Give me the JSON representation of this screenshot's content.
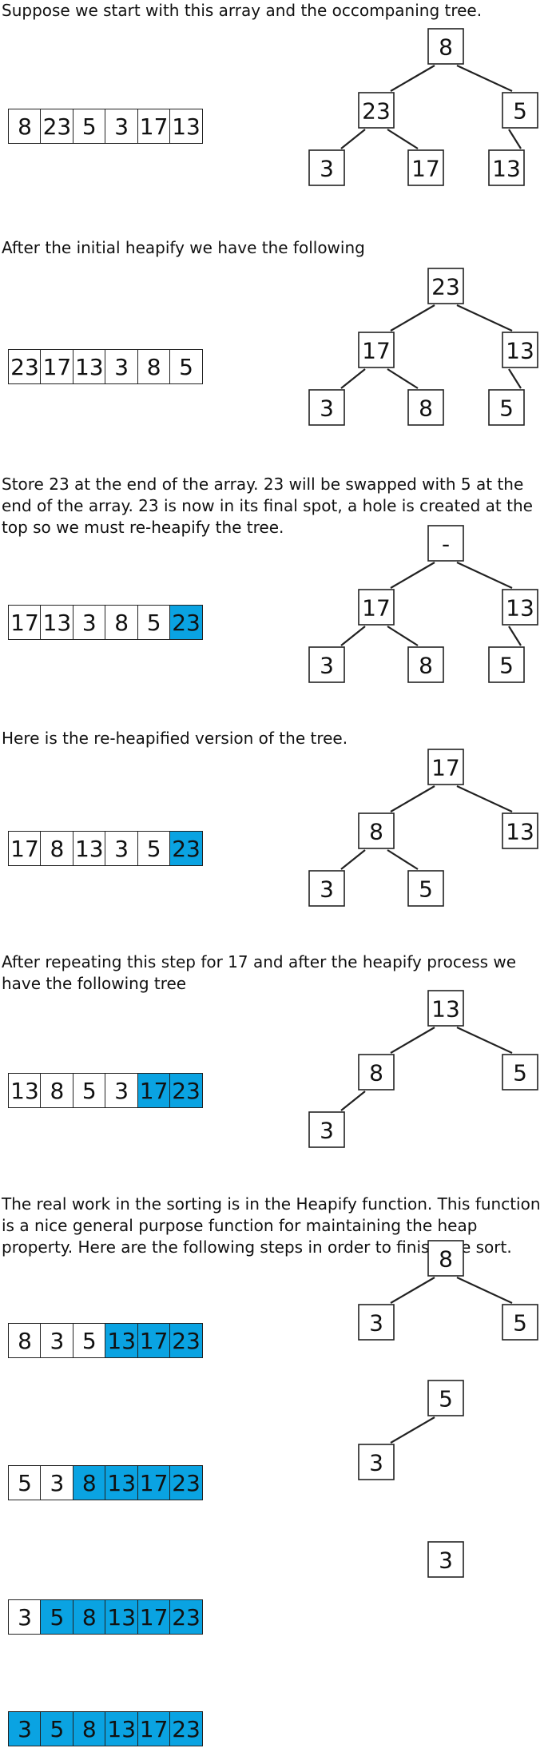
{
  "sections": [
    {
      "caption": "Suppose we start with this array and the occompaning tree.",
      "array": [
        {
          "v": "8",
          "sorted": false
        },
        {
          "v": "23",
          "sorted": false
        },
        {
          "v": "5",
          "sorted": false
        },
        {
          "v": "3",
          "sorted": false
        },
        {
          "v": "17",
          "sorted": false
        },
        {
          "v": "13",
          "sorted": false
        }
      ],
      "tree": {
        "nodes": [
          "8",
          "23",
          "5",
          "3",
          "17",
          "13"
        ],
        "edges": [
          [
            0,
            1
          ],
          [
            0,
            2
          ],
          [
            1,
            3
          ],
          [
            1,
            4
          ],
          [
            2,
            5
          ]
        ]
      }
    },
    {
      "caption": "After the initial heapify we have the following",
      "array": [
        {
          "v": "23",
          "sorted": false
        },
        {
          "v": "17",
          "sorted": false
        },
        {
          "v": "13",
          "sorted": false
        },
        {
          "v": "3",
          "sorted": false
        },
        {
          "v": "8",
          "sorted": false
        },
        {
          "v": "5",
          "sorted": false
        }
      ],
      "tree": {
        "nodes": [
          "23",
          "17",
          "13",
          "3",
          "8",
          "5"
        ],
        "edges": [
          [
            0,
            1
          ],
          [
            0,
            2
          ],
          [
            1,
            3
          ],
          [
            1,
            4
          ],
          [
            2,
            5
          ]
        ]
      }
    },
    {
      "caption": "Store 23 at the end of the array. 23 will be swapped with 5 at the end of the array. 23 is now in its final spot, a hole is created at the top so we must re-heapify the tree.",
      "array": [
        {
          "v": "17",
          "sorted": false
        },
        {
          "v": "13",
          "sorted": false
        },
        {
          "v": "3",
          "sorted": false
        },
        {
          "v": "8",
          "sorted": false
        },
        {
          "v": "5",
          "sorted": false
        },
        {
          "v": "23",
          "sorted": true
        }
      ],
      "tree": {
        "nodes": [
          "-",
          "17",
          "13",
          "3",
          "8",
          "5"
        ],
        "edges": [
          [
            0,
            1
          ],
          [
            0,
            2
          ],
          [
            1,
            3
          ],
          [
            1,
            4
          ],
          [
            2,
            5
          ]
        ]
      }
    },
    {
      "caption": "Here is the re-heapified version of the tree.",
      "array": [
        {
          "v": "17",
          "sorted": false
        },
        {
          "v": "8",
          "sorted": false
        },
        {
          "v": "13",
          "sorted": false
        },
        {
          "v": "3",
          "sorted": false
        },
        {
          "v": "5",
          "sorted": false
        },
        {
          "v": "23",
          "sorted": true
        }
      ],
      "tree": {
        "nodes": [
          "17",
          "8",
          "13",
          "3",
          "5"
        ],
        "edges": [
          [
            0,
            1
          ],
          [
            0,
            2
          ],
          [
            1,
            3
          ],
          [
            1,
            4
          ]
        ]
      }
    },
    {
      "caption": "After repeating this step for 17 and after the heapify process we have the following tree",
      "array": [
        {
          "v": "13",
          "sorted": false
        },
        {
          "v": "8",
          "sorted": false
        },
        {
          "v": "5",
          "sorted": false
        },
        {
          "v": "3",
          "sorted": false
        },
        {
          "v": "17",
          "sorted": true
        },
        {
          "v": "23",
          "sorted": true
        }
      ],
      "tree": {
        "nodes": [
          "13",
          "8",
          "5",
          "3"
        ],
        "edges": [
          [
            0,
            1
          ],
          [
            0,
            2
          ],
          [
            1,
            3
          ]
        ]
      }
    },
    {
      "caption": "The real work in the sorting is in the Heapify function. This function is a nice general purpose function for maintaining the heap property. Here are the following steps in order to finish the sort.",
      "array": [
        {
          "v": "8",
          "sorted": false
        },
        {
          "v": "3",
          "sorted": false
        },
        {
          "v": "5",
          "sorted": false
        },
        {
          "v": "13",
          "sorted": true
        },
        {
          "v": "17",
          "sorted": true
        },
        {
          "v": "23",
          "sorted": true
        }
      ],
      "tree": {
        "nodes": [
          "8",
          "3",
          "5"
        ],
        "edges": [
          [
            0,
            1
          ],
          [
            0,
            2
          ]
        ]
      }
    },
    {
      "caption": "",
      "array": [
        {
          "v": "5",
          "sorted": false
        },
        {
          "v": "3",
          "sorted": false
        },
        {
          "v": "8",
          "sorted": true
        },
        {
          "v": "13",
          "sorted": true
        },
        {
          "v": "17",
          "sorted": true
        },
        {
          "v": "23",
          "sorted": true
        }
      ],
      "tree": {
        "nodes": [
          "5",
          "3"
        ],
        "edges": [
          [
            0,
            1
          ]
        ]
      }
    },
    {
      "caption": "",
      "array": [
        {
          "v": "3",
          "sorted": false
        },
        {
          "v": "5",
          "sorted": true
        },
        {
          "v": "8",
          "sorted": true
        },
        {
          "v": "13",
          "sorted": true
        },
        {
          "v": "17",
          "sorted": true
        },
        {
          "v": "23",
          "sorted": true
        }
      ],
      "tree": {
        "nodes": [
          "3"
        ],
        "edges": []
      }
    },
    {
      "caption": "",
      "array": [
        {
          "v": "3",
          "sorted": true
        },
        {
          "v": "5",
          "sorted": true
        },
        {
          "v": "8",
          "sorted": true
        },
        {
          "v": "13",
          "sorted": true
        },
        {
          "v": "17",
          "sorted": true
        },
        {
          "v": "23",
          "sorted": true
        }
      ],
      "tree": null
    }
  ],
  "colors": {
    "sorted": "#0aa3e2"
  }
}
